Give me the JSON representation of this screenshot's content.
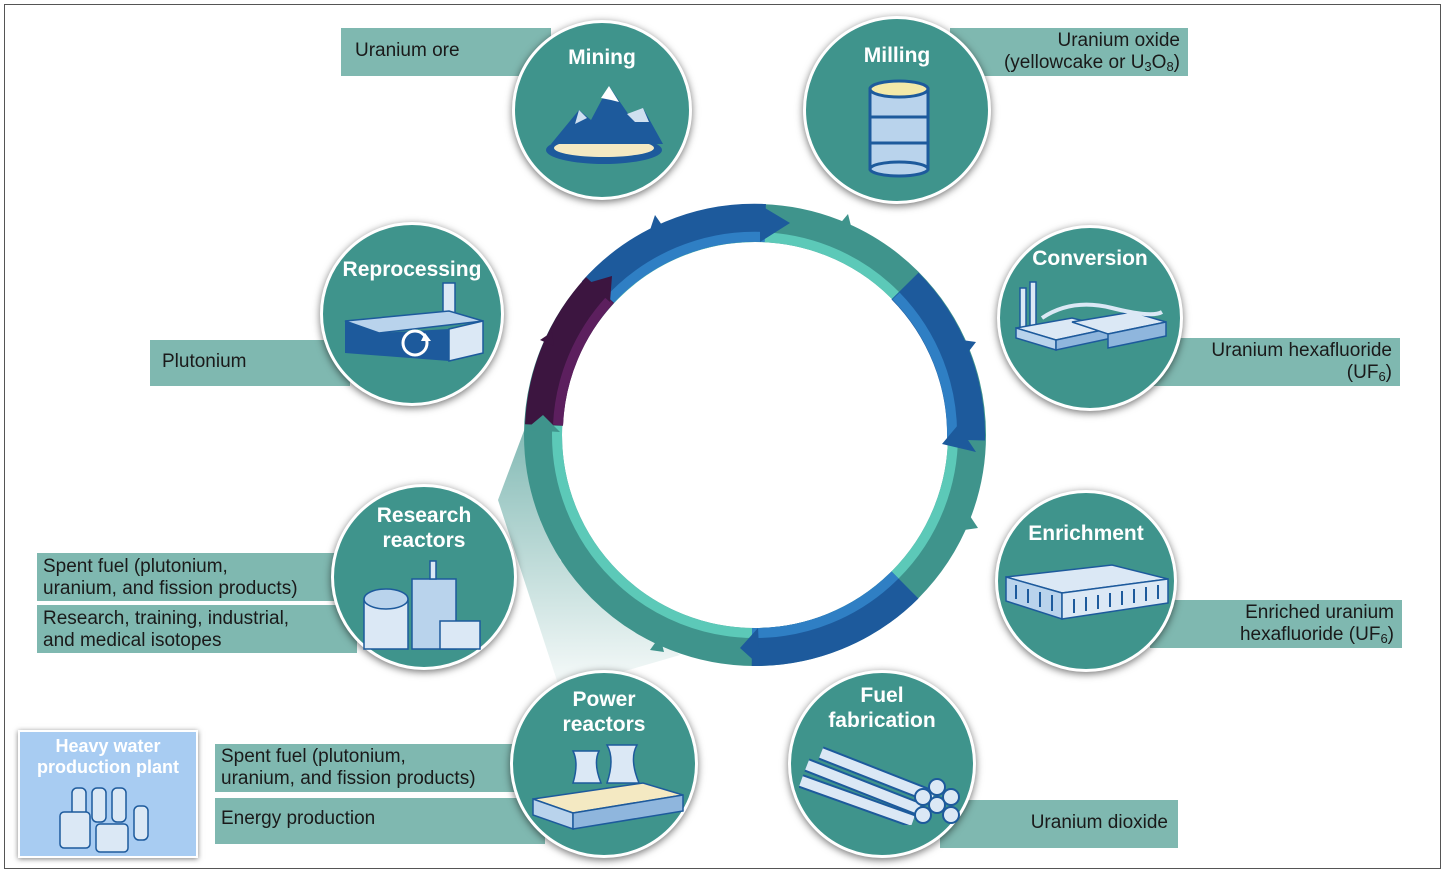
{
  "stages": {
    "mining": {
      "title": "Mining",
      "output": "Uranium ore",
      "icon": "mountain-icon"
    },
    "milling": {
      "title": "Milling",
      "output_line1": "Uranium oxide",
      "output_line2_pre": "(yellowcake or U",
      "output_sub1": "3",
      "output_mid": "O",
      "output_sub2": "8",
      "output_line2_post": ")",
      "icon": "barrel-icon"
    },
    "conversion": {
      "title": "Conversion",
      "output_line1": "Uranium hexafluoride",
      "output_line2_pre": "(UF",
      "output_sub": "6",
      "output_line2_post": ")",
      "icon": "factory-icon"
    },
    "enrichment": {
      "title": "Enrichment",
      "output_line1": "Enriched uranium",
      "output_line2_pre": "hexafluoride (UF",
      "output_sub": "6",
      "output_line2_post": ")",
      "icon": "warehouse-icon"
    },
    "fuel_fabrication": {
      "title_line1": "Fuel",
      "title_line2": "fabrication",
      "output": "Uranium dioxide",
      "icon": "fuel-rods-icon"
    },
    "power_reactors": {
      "title_line1": "Power",
      "title_line2": "reactors",
      "output1_line1": "Spent fuel (plutonium,",
      "output1_line2": "uranium, and fission products)",
      "output2": "Energy production",
      "icon": "cooling-tower-icon"
    },
    "research_reactors": {
      "title_line1": "Research",
      "title_line2": "reactors",
      "output1_line1": "Spent fuel (plutonium,",
      "output1_line2": "uranium, and fission products)",
      "output2_line1": "Research, training, industrial,",
      "output2_line2": "and medical isotopes",
      "icon": "reactor-building-icon"
    },
    "reprocessing": {
      "title": "Reprocessing",
      "output": "Plutonium",
      "icon": "recycle-plant-icon"
    }
  },
  "heavy_water": {
    "title_line1": "Heavy water",
    "title_line2": "production plant",
    "icon": "tanks-icon"
  },
  "colors": {
    "teal": "#3f948c",
    "label": "#7fb8b0",
    "dark_blue": "#1d5a9c",
    "mid_blue": "#2f7fc4",
    "light_teal": "#5cc9b8",
    "purple": "#3c1540",
    "heavy_water_fill": "#a8ccf2"
  }
}
